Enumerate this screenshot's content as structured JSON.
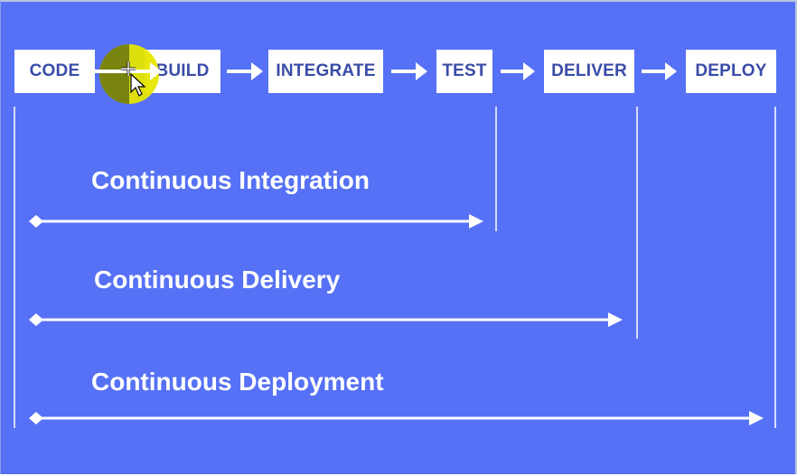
{
  "colors": {
    "background": "#5671f5",
    "box_fill": "#ffffff",
    "box_text": "#3a4ca8",
    "line": "#ffffff",
    "cursor_highlight": "#e6e600"
  },
  "pipeline": {
    "stages": [
      "CODE",
      "BUILD",
      "INTEGRATE",
      "TEST",
      "DELIVER",
      "DEPLOY"
    ]
  },
  "spans": [
    {
      "label": "Continuous Integration",
      "from": "CODE",
      "to": "TEST"
    },
    {
      "label": "Continuous Delivery",
      "from": "CODE",
      "to": "DELIVER"
    },
    {
      "label": "Continuous Deployment",
      "from": "CODE",
      "to": "DEPLOY"
    }
  ],
  "cursor": {
    "icon": "move-cursor-icon"
  }
}
